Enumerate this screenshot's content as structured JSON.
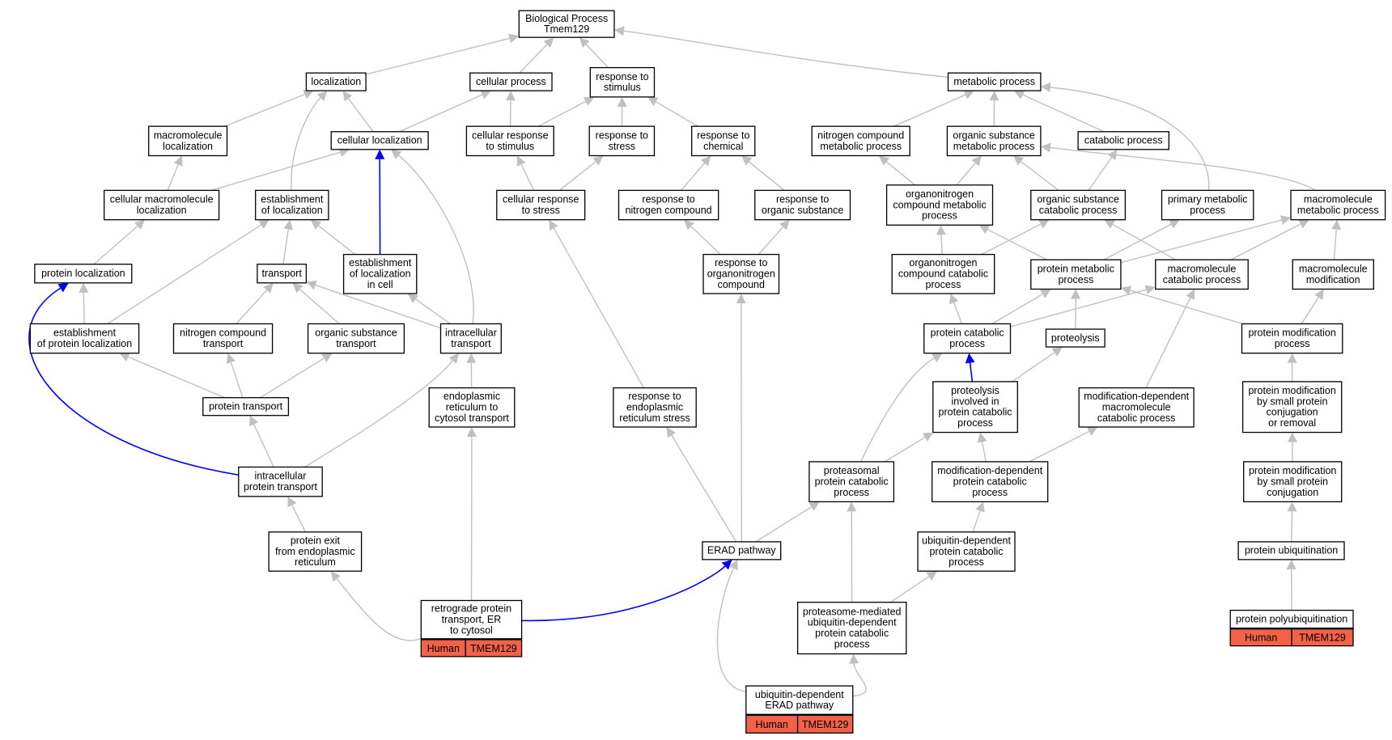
{
  "colors": {
    "edge": "#c0c0c0",
    "highlight_edge": "#0000ff",
    "annotation": "#f26148"
  },
  "nodes": [
    {
      "id": "root",
      "lines": [
        "Biological Process",
        "Tmem129"
      ]
    },
    {
      "id": "localization",
      "lines": [
        "localization"
      ]
    },
    {
      "id": "cellular_process",
      "lines": [
        "cellular process"
      ]
    },
    {
      "id": "response_to_stimulus",
      "lines": [
        "response to",
        "stimulus"
      ]
    },
    {
      "id": "metabolic_process",
      "lines": [
        "metabolic process"
      ]
    },
    {
      "id": "macromolecule_localization",
      "lines": [
        "macromolecule",
        "localization"
      ]
    },
    {
      "id": "cellular_localization",
      "lines": [
        "cellular localization"
      ]
    },
    {
      "id": "cellular_response_to_stimulus",
      "lines": [
        "cellular response",
        "to stimulus"
      ]
    },
    {
      "id": "response_to_stress",
      "lines": [
        "response to",
        "stress"
      ]
    },
    {
      "id": "response_to_chemical",
      "lines": [
        "response to",
        "chemical"
      ]
    },
    {
      "id": "nitrogen_compound_metabolic",
      "lines": [
        "nitrogen compound",
        "metabolic process"
      ]
    },
    {
      "id": "organic_substance_metabolic",
      "lines": [
        "organic substance",
        "metabolic process"
      ]
    },
    {
      "id": "catabolic_process",
      "lines": [
        "catabolic process"
      ]
    },
    {
      "id": "cellular_macromolecule_localization",
      "lines": [
        "cellular macromolecule",
        "localization"
      ]
    },
    {
      "id": "establishment_of_localization",
      "lines": [
        "establishment",
        "of localization"
      ]
    },
    {
      "id": "cellular_response_to_stress",
      "lines": [
        "cellular response",
        "to stress"
      ]
    },
    {
      "id": "response_to_nitrogen_compound",
      "lines": [
        "response to",
        "nitrogen compound"
      ]
    },
    {
      "id": "response_to_organic_substance",
      "lines": [
        "response to",
        "organic substance"
      ]
    },
    {
      "id": "organonitrogen_compound_metabolic",
      "lines": [
        "organonitrogen",
        "compound metabolic",
        "process"
      ]
    },
    {
      "id": "organic_substance_catabolic",
      "lines": [
        "organic substance",
        "catabolic process"
      ]
    },
    {
      "id": "primary_metabolic",
      "lines": [
        "primary metabolic",
        "process"
      ]
    },
    {
      "id": "macromolecule_metabolic",
      "lines": [
        "macromolecule",
        "metabolic process"
      ]
    },
    {
      "id": "protein_localization",
      "lines": [
        "protein localization"
      ]
    },
    {
      "id": "transport",
      "lines": [
        "transport"
      ]
    },
    {
      "id": "establishment_of_localization_in_cell",
      "lines": [
        "establishment",
        "of localization",
        "in cell"
      ]
    },
    {
      "id": "response_to_organonitrogen",
      "lines": [
        "response to",
        "organonitrogen",
        "compound"
      ]
    },
    {
      "id": "organonitrogen_compound_catabolic",
      "lines": [
        "organonitrogen",
        "compound catabolic",
        "process"
      ]
    },
    {
      "id": "protein_metabolic",
      "lines": [
        "protein metabolic",
        "process"
      ]
    },
    {
      "id": "macromolecule_catabolic",
      "lines": [
        "macromolecule",
        "catabolic process"
      ]
    },
    {
      "id": "macromolecule_modification",
      "lines": [
        "macromolecule",
        "modification"
      ]
    },
    {
      "id": "establishment_of_protein_localization",
      "lines": [
        "establishment",
        "of protein localization"
      ]
    },
    {
      "id": "nitrogen_compound_transport",
      "lines": [
        "nitrogen compound",
        "transport"
      ]
    },
    {
      "id": "organic_substance_transport",
      "lines": [
        "organic substance",
        "transport"
      ]
    },
    {
      "id": "intracellular_transport",
      "lines": [
        "intracellular",
        "transport"
      ]
    },
    {
      "id": "protein_catabolic",
      "lines": [
        "protein catabolic",
        "process"
      ]
    },
    {
      "id": "proteolysis",
      "lines": [
        "proteolysis"
      ]
    },
    {
      "id": "protein_modification_process",
      "lines": [
        "protein modification",
        "process"
      ]
    },
    {
      "id": "protein_transport",
      "lines": [
        "protein transport"
      ]
    },
    {
      "id": "er_to_cytosol_transport",
      "lines": [
        "endoplasmic",
        "reticulum to",
        "cytosol transport"
      ]
    },
    {
      "id": "response_to_er_stress",
      "lines": [
        "response to",
        "endoplasmic",
        "reticulum stress"
      ]
    },
    {
      "id": "proteolysis_in_catabolic",
      "lines": [
        "proteolysis",
        "involved in",
        "protein catabolic",
        "process"
      ]
    },
    {
      "id": "mod_dependent_macromolecule_catabolic",
      "lines": [
        "modification-dependent",
        "macromolecule",
        "catabolic process"
      ]
    },
    {
      "id": "protein_mod_small_conj_or_removal",
      "lines": [
        "protein modification",
        "by small protein",
        "conjugation",
        "or removal"
      ]
    },
    {
      "id": "intracellular_protein_transport",
      "lines": [
        "intracellular",
        "protein transport"
      ]
    },
    {
      "id": "proteasomal_protein_catabolic",
      "lines": [
        "proteasomal",
        "protein catabolic",
        "process"
      ]
    },
    {
      "id": "mod_dependent_protein_catabolic",
      "lines": [
        "modification-dependent",
        "protein catabolic",
        "process"
      ]
    },
    {
      "id": "protein_mod_small_conj",
      "lines": [
        "protein modification",
        "by small protein",
        "conjugation"
      ]
    },
    {
      "id": "protein_exit_from_er",
      "lines": [
        "protein exit",
        "from endoplasmic",
        "reticulum"
      ]
    },
    {
      "id": "erad_pathway",
      "lines": [
        "ERAD pathway"
      ]
    },
    {
      "id": "ubiquitin_dependent_protein_catabolic",
      "lines": [
        "ubiquitin-dependent",
        "protein catabolic",
        "process"
      ]
    },
    {
      "id": "protein_ubiquitination",
      "lines": [
        "protein ubiquitination"
      ]
    },
    {
      "id": "retrograde_protein_transport",
      "lines": [
        "retrograde protein",
        "transport, ER",
        "to cytosol"
      ],
      "annotation": [
        "Human",
        "TMEM129"
      ]
    },
    {
      "id": "proteasome_mediated",
      "lines": [
        "proteasome-mediated",
        "ubiquitin-dependent",
        "protein catabolic",
        "process"
      ]
    },
    {
      "id": "protein_polyubiquitination",
      "lines": [
        "protein polyubiquitination"
      ],
      "annotation": [
        "Human",
        "TMEM129"
      ]
    },
    {
      "id": "ubiquitin_dependent_erad",
      "lines": [
        "ubiquitin-dependent",
        "ERAD pathway"
      ],
      "annotation": [
        "Human",
        "TMEM129"
      ]
    }
  ]
}
